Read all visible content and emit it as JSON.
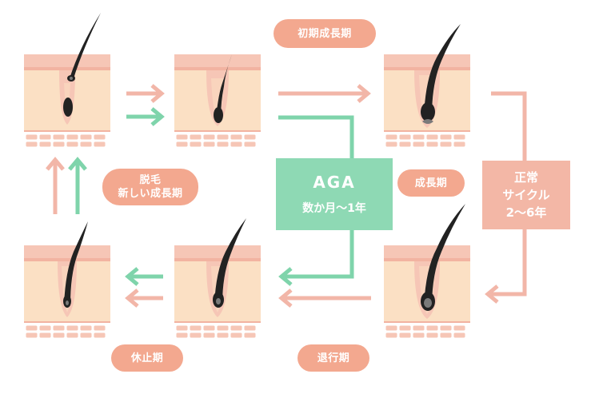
{
  "colors": {
    "pink": "#f3b7a6",
    "pink_dark": "#efa38e",
    "pink_arrow": "#f2b6a8",
    "green": "#8ed9b4",
    "green_arrow": "#7fd4ab",
    "label_bg": "#f3a88f",
    "skin_top": "#f6c6b6",
    "skin_mid": "#f9d4bd",
    "skin_deep": "#fbe0c4",
    "hair": "#222222",
    "bulb": "#7a7a7a"
  },
  "labels": {
    "early_growth": "初期成長期",
    "growth": "成長期",
    "regression": "退行期",
    "resting": "休止期",
    "shedding_line1": "脱毛",
    "shedding_line2": "新しい成長期"
  },
  "aga_box": {
    "title": "AGA",
    "subtitle": "数か月〜1年"
  },
  "normal_box": {
    "line1": "正常",
    "line2": "サイクル",
    "line3": "2〜6年"
  },
  "stages": [
    {
      "name": "shedding-stage",
      "hair": "falling"
    },
    {
      "name": "early-growth-stage",
      "hair": "short"
    },
    {
      "name": "growth-stage",
      "hair": "long"
    },
    {
      "name": "regression-stage",
      "hair": "long"
    },
    {
      "name": "catagen-stage",
      "hair": "medium"
    },
    {
      "name": "resting-stage",
      "hair": "resting"
    }
  ]
}
